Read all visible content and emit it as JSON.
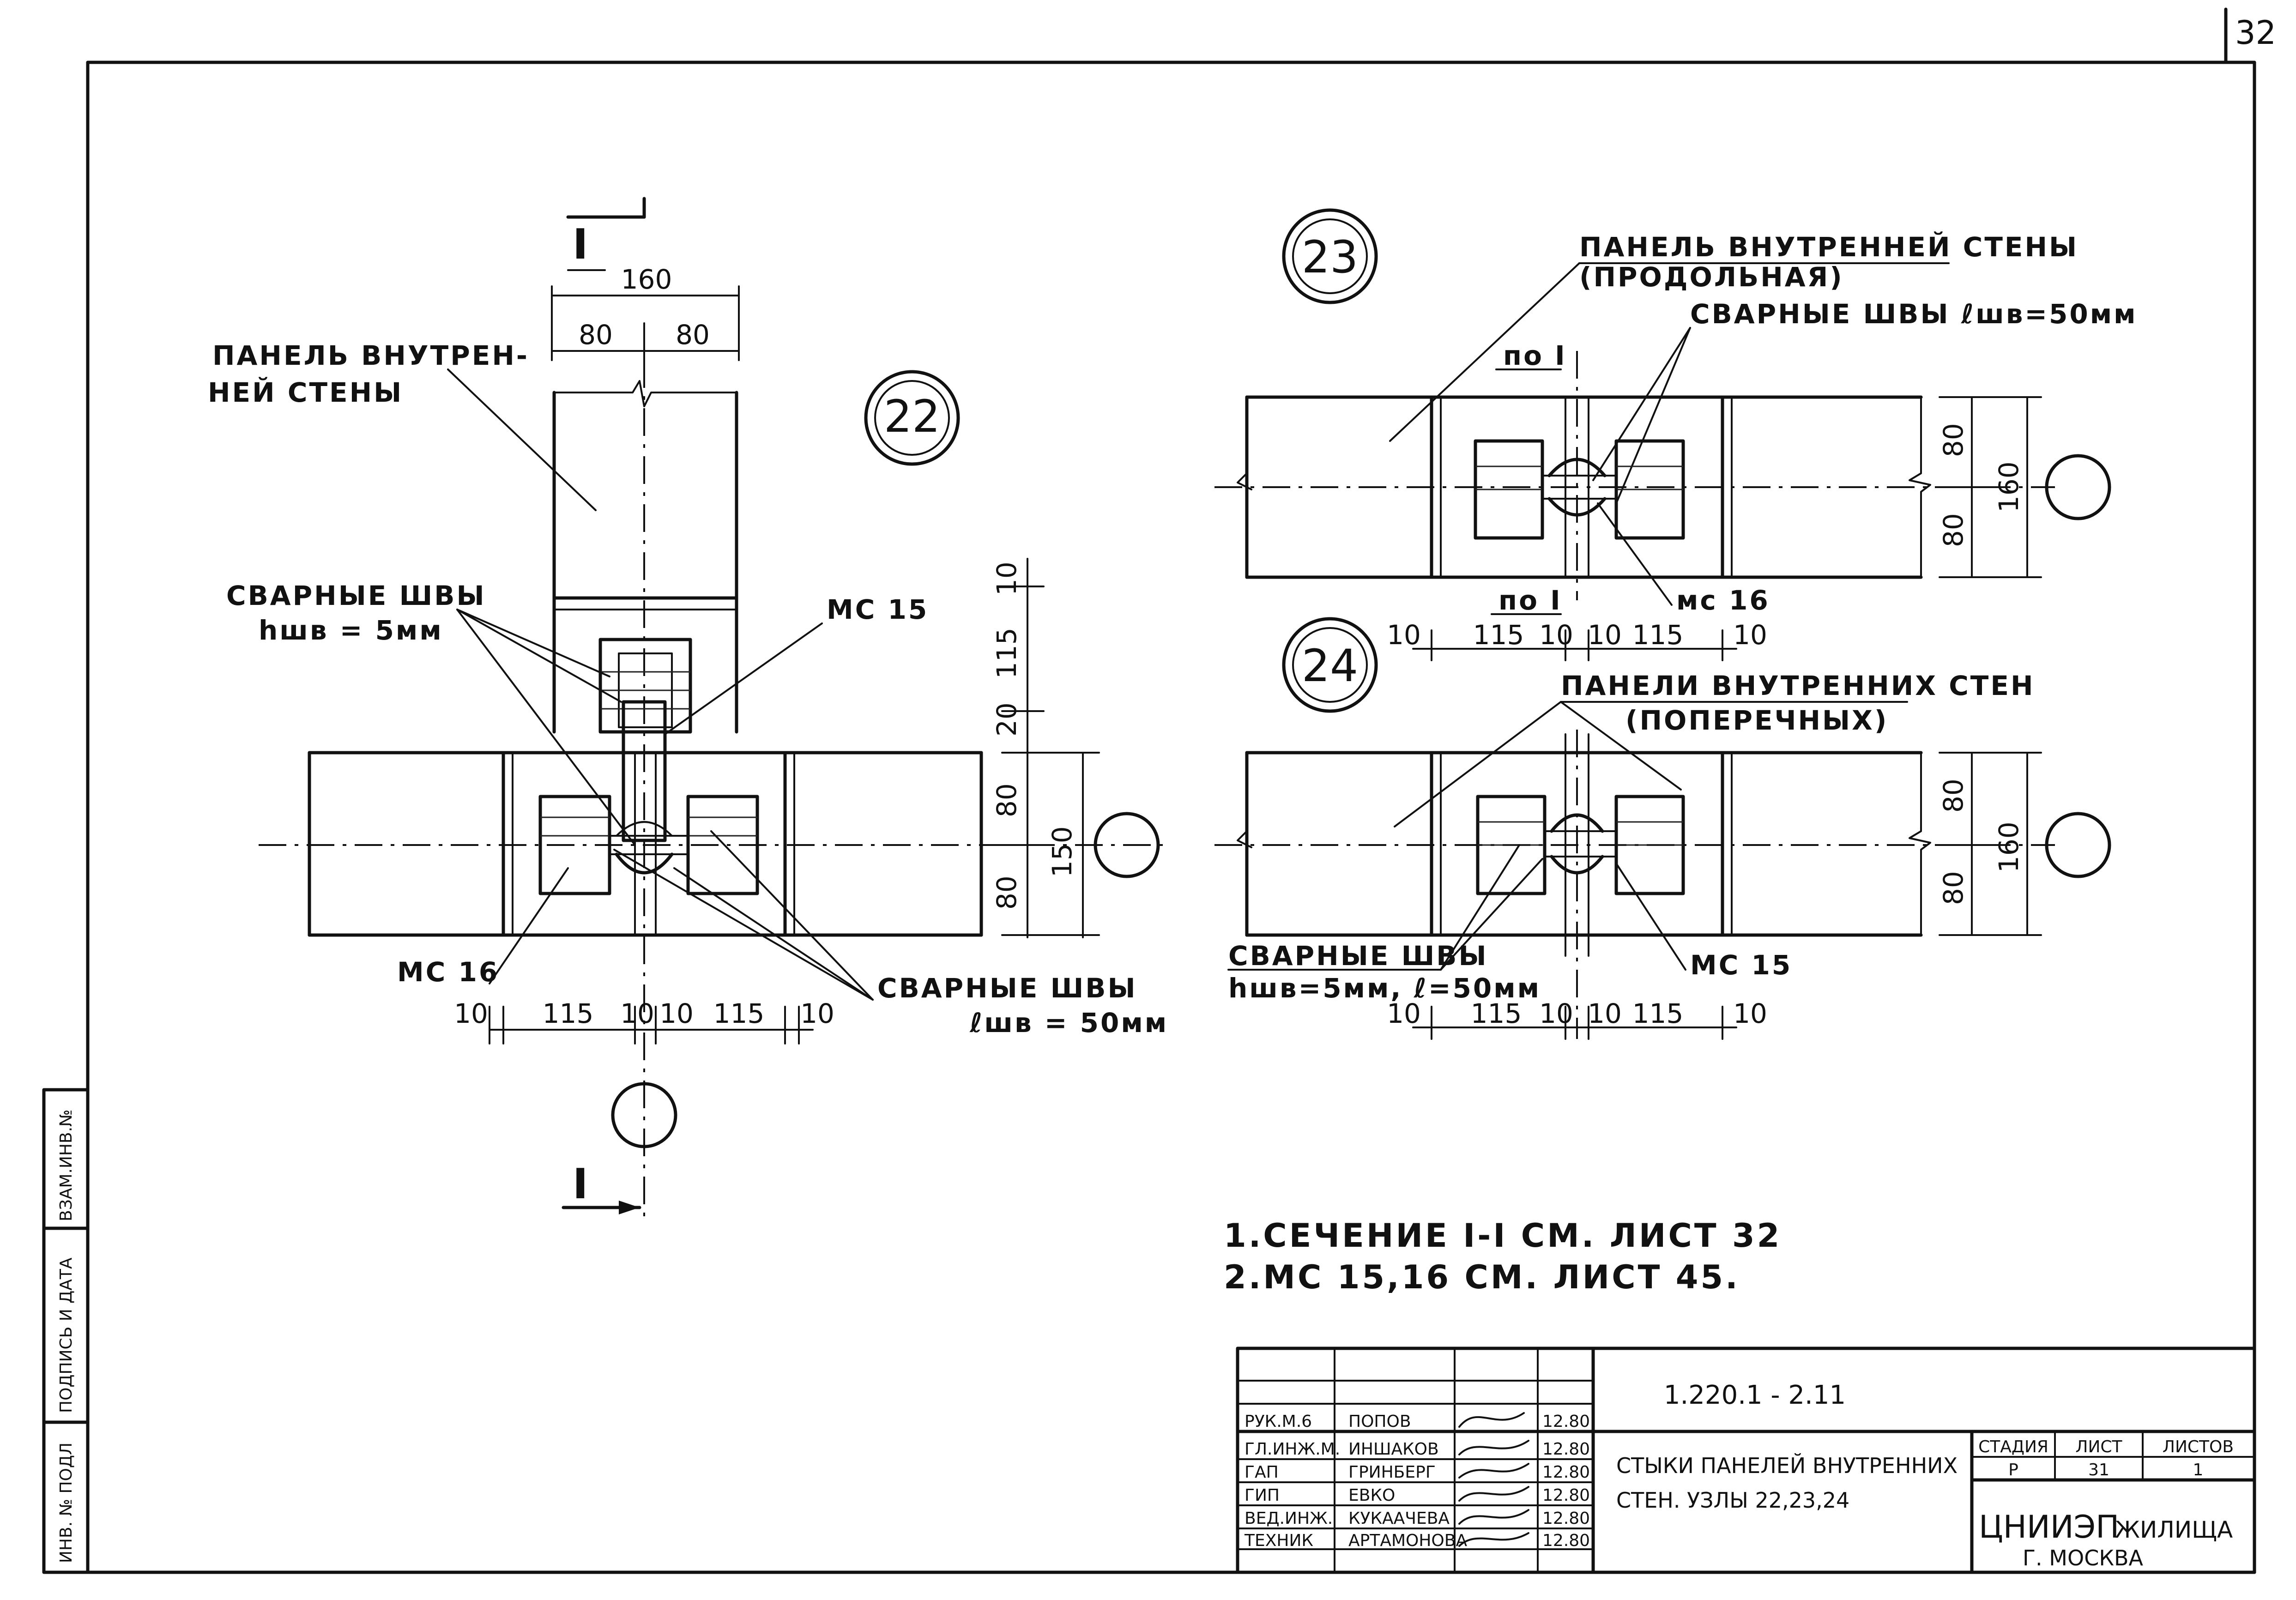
{
  "page": {
    "sheet_number": "32"
  },
  "node22": {
    "id": "22",
    "section_mark": "I",
    "width_total": "160",
    "width_half_left": "80",
    "width_half_right": "80",
    "panel_label_line1": "ПАНЕЛЬ ВНУТРЕН-",
    "panel_label_line2": "НЕЙ  СТЕНЫ",
    "weld_label_line1": "СВАРНЫЕ ШВЫ",
    "weld_label_line2": "hшв = 5мм",
    "mc15": "МС 15",
    "mc16": "МС 16",
    "weld2_line1": "СВАРНЫЕ ШВЫ",
    "weld2_line2": "ℓшв = 50мм",
    "vert_dims": [
      "10",
      "115",
      "20",
      "80",
      "80"
    ],
    "vert_total": "150",
    "horiz_dims": [
      "10",
      "115",
      "10",
      "10",
      "115",
      "10"
    ]
  },
  "node23": {
    "id": "23",
    "panel_line1": "ПАНЕЛЬ ВНУТРЕННЕЙ СТЕНЫ",
    "panel_line2": "(ПРОДОЛЬНАЯ)",
    "weld": "СВАРНЫЕ ШВЫ ℓшв=50мм",
    "po_top": "по I",
    "po_bottom": "по I",
    "mc16": "мс 16",
    "vert_dims": [
      "80",
      "80"
    ],
    "vert_total": "160",
    "horiz_dims": [
      "10",
      "115",
      "10",
      "10",
      "115",
      "10"
    ]
  },
  "node24": {
    "id": "24",
    "panel_line1": "ПАНЕЛИ ВНУТРЕННИХ СТЕН",
    "panel_line2": "(ПОПЕРЕЧНЫХ)",
    "weld_line1": "СВАРНЫЕ ШВЫ",
    "weld_line2": "hшв=5мм, ℓ=50мм",
    "mc15": "МС 15",
    "vert_dims": [
      "80",
      "80"
    ],
    "vert_total": "160",
    "horiz_dims": [
      "10",
      "115",
      "10",
      "10",
      "115",
      "10"
    ]
  },
  "notes": {
    "line1": "1.СЕЧЕНИЕ  I-I  СМ. ЛИСТ 32",
    "line2": "2.МС 15,16 СМ. ЛИСТ 45."
  },
  "side_stamp": {
    "inv_podl": "ИНВ. № ПОДЛ",
    "podpis": "ПОДПИСЬ И ДАТА",
    "vzam": "ВЗАМ.ИНВ.№"
  },
  "title_block": {
    "code": "1.220.1 - 2.11",
    "title_line1": "СТЫКИ  ПАНЕЛЕЙ  ВНУТРЕННИХ",
    "title_line2": "СТЕН.  УЗЛЫ  22,23,24",
    "stage_header": "СТАДИЯ",
    "sheet_header": "ЛИСТ",
    "sheets_header": "ЛИСТОВ",
    "stage": "Р",
    "sheet": "31",
    "sheets": "1",
    "org_line1": "ЦНИИЭП",
    "org_line1b": "ЖИЛИЩА",
    "org_line2": "Г. МОСКВА",
    "staff": [
      {
        "role": "РУК.М.6",
        "name": "ПОПОВ",
        "date": "12.80"
      },
      {
        "role": "ГЛ.ИНЖ.М.",
        "name": "ИНШАКОВ",
        "date": "12.80"
      },
      {
        "role": "ГАП",
        "name": "ГРИНБЕРГ",
        "date": "12.80"
      },
      {
        "role": "ГИП",
        "name": "ЕВКО",
        "date": "12.80"
      },
      {
        "role": "ВЕД.ИНЖ.",
        "name": "КУКААЧЕВА",
        "date": "12.80"
      },
      {
        "role": "ТЕХНИК",
        "name": "АРТАМОНОВА",
        "date": "12.80"
      }
    ]
  }
}
